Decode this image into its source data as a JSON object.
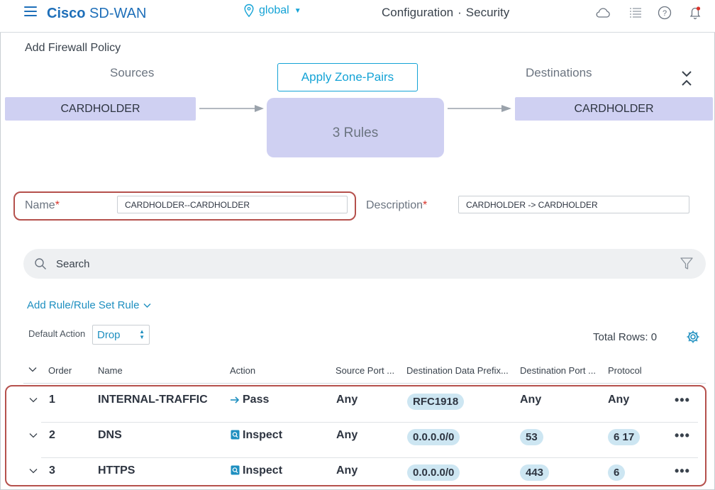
{
  "header": {
    "brand_bold": "Cisco",
    "brand_rest": "SD-WAN",
    "location": "global",
    "breadcrumb_section": "Configuration",
    "breadcrumb_page": "Security",
    "icons": [
      "menu-icon",
      "location-pin-icon",
      "cloud-icon",
      "list-icon",
      "help-icon",
      "bell-icon"
    ],
    "accent": "#1e6fb9"
  },
  "workflow": {
    "title": "Add Firewall Policy",
    "sources_label": "Sources",
    "destinations_label": "Destinations",
    "apply_button": "Apply Zone-Pairs",
    "source_zone": "CARDHOLDER",
    "destination_zone": "CARDHOLDER",
    "rules_summary": "3 Rules",
    "zone_color": "#cfd0f2"
  },
  "form": {
    "name_label": "Name",
    "name_value": "CARDHOLDER--CARDHOLDER",
    "description_label": "Description",
    "description_value": "CARDHOLDER -> CARDHOLDER",
    "required_mark": "*"
  },
  "search": {
    "placeholder": "Search"
  },
  "toolbar": {
    "add_rule_label": "Add Rule/Rule Set Rule",
    "default_action_label": "Default Action",
    "default_action_value": "Drop",
    "total_rows_text": "Total Rows: 0"
  },
  "table": {
    "headers": {
      "order": "Order",
      "name": "Name",
      "action": "Action",
      "source_port": "Source Port ...",
      "dest_prefix": "Destination Data Prefix...",
      "dest_port": "Destination Port ...",
      "protocol": "Protocol"
    },
    "rows": [
      {
        "order": "1",
        "name": "INTERNAL-TRAFFIC",
        "action": "Pass",
        "action_icon": "arrow-right-icon",
        "source_port": "Any",
        "dest_prefix": "RFC1918",
        "dest_port": "Any",
        "protocol": "Any",
        "more": "•••"
      },
      {
        "order": "2",
        "name": "DNS",
        "action": "Inspect",
        "action_icon": "inspect-icon",
        "source_port": "Any",
        "dest_prefix": "0.0.0.0/0",
        "dest_port": "53",
        "protocol": "6 17",
        "more": "•••"
      },
      {
        "order": "3",
        "name": "HTTPS",
        "action": "Inspect",
        "action_icon": "inspect-icon",
        "source_port": "Any",
        "dest_prefix": "0.0.0.0/0",
        "dest_port": "443",
        "protocol": "6",
        "more": "•••"
      }
    ],
    "pill_color": "#cde6f2",
    "highlight_color": "#b5504c"
  }
}
